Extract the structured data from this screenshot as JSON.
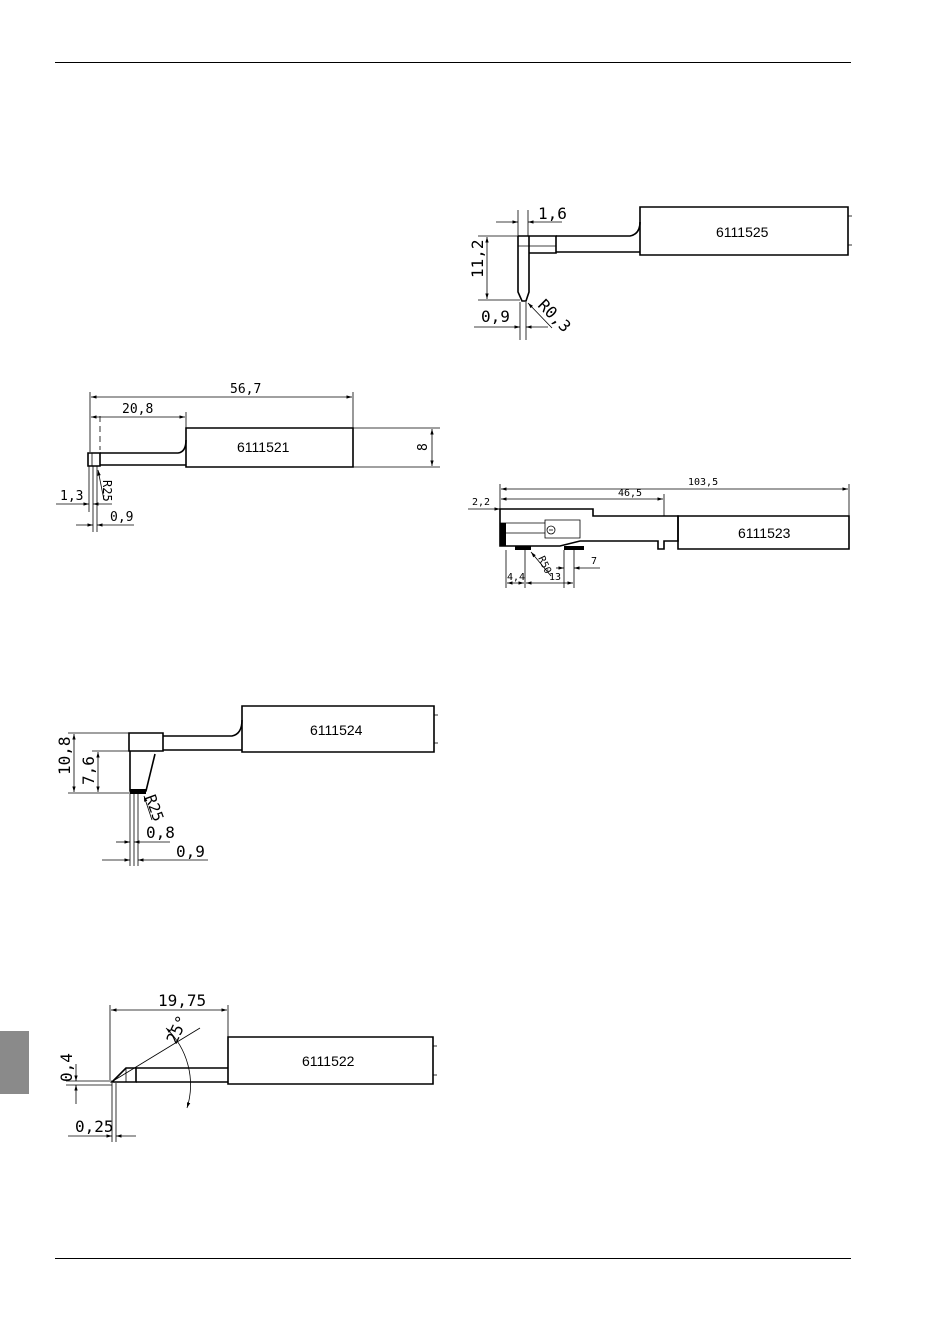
{
  "colors": {
    "ink": "#000000",
    "side_tab": "#8a8a8a",
    "background": "#ffffff"
  },
  "drawings": {
    "probe_6111525": {
      "part_number": "6111525",
      "dims": {
        "d1": "1,6",
        "d2": "11,2",
        "d3": "0,9",
        "d4": "R0,3"
      }
    },
    "probe_6111521": {
      "part_number": "6111521",
      "dims": {
        "d1": "56,7",
        "d2": "20,8",
        "d3": "8",
        "d4": "1,3",
        "d5": "R25",
        "d6": "0,9"
      }
    },
    "probe_6111523": {
      "part_number": "6111523",
      "dims": {
        "d1": "103,5",
        "d2": "46,5",
        "d3": "2,2",
        "d4": "R50",
        "d5": "7",
        "d6": "4,4",
        "d7": "13"
      }
    },
    "probe_6111524": {
      "part_number": "6111524",
      "dims": {
        "d1": "10,8",
        "d2": "7,6",
        "d3": "R25",
        "d4": "0,8",
        "d5": "0,9"
      }
    },
    "probe_6111522": {
      "part_number": "6111522",
      "dims": {
        "d1": "19,75",
        "d2": "25°",
        "d3": "0,4",
        "d4": "0,25"
      }
    }
  }
}
